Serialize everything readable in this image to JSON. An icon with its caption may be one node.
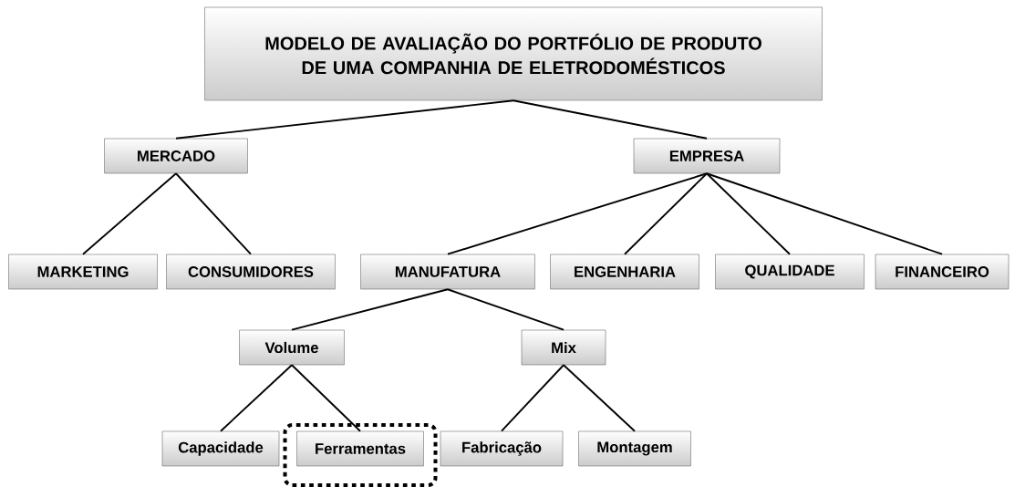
{
  "diagram": {
    "nodes": [
      {
        "text": [
          "MODELO DE AVALIAÇÃO DO PORTFÓLIO DE PRODUTO DE UMA COMPANHIA DE ELETRODOMÉSTICOS"
        ]
      },
      {
        "text": [
          "MERCADO"
        ]
      },
      {
        "text": [
          "EMPRESA"
        ]
      },
      {
        "text": [
          "MARKETING"
        ]
      },
      {
        "text": [
          "CONSUMIDORES"
        ]
      },
      {
        "text": [
          "MANUFATURA"
        ]
      },
      {
        "text": [
          "ENGENHARIA"
        ]
      },
      {
        "text": [
          "QUALIDADE"
        ]
      },
      {
        "text": [
          "FINANCEIRO"
        ]
      },
      {
        "text": [
          "Volume"
        ]
      },
      {
        "text": [
          "Mix"
        ]
      },
      {
        "text": [
          "Capacidade"
        ]
      },
      {
        "text": [],
        "shape": "box"
      },
      {
        "text": [
          "Ferramentas"
        ],
        "in": 12
      },
      {
        "text": [
          "Fabricação"
        ]
      },
      {
        "text": [
          "Montagem"
        ]
      }
    ],
    "edges": [
      {
        "from": 0,
        "to": 1,
        "arrow": "none"
      },
      {
        "from": 0,
        "to": 2,
        "arrow": "none"
      },
      {
        "from": 1,
        "to": 3,
        "arrow": "none"
      },
      {
        "from": 1,
        "to": 4,
        "arrow": "none"
      },
      {
        "from": 2,
        "to": 5,
        "arrow": "none"
      },
      {
        "from": 2,
        "to": 6,
        "arrow": "none"
      },
      {
        "from": 2,
        "to": 7,
        "arrow": "none"
      },
      {
        "from": 2,
        "to": 8,
        "arrow": "none"
      },
      {
        "from": 5,
        "to": 9,
        "arrow": "none"
      },
      {
        "from": 5,
        "to": 10,
        "arrow": "none"
      },
      {
        "from": 9,
        "to": 11,
        "arrow": "none"
      },
      {
        "from": 9,
        "to": 13,
        "arrow": "none"
      },
      {
        "from": 10,
        "to": 14,
        "arrow": "none"
      },
      {
        "from": 10,
        "to": 15,
        "arrow": "none"
      }
    ]
  }
}
